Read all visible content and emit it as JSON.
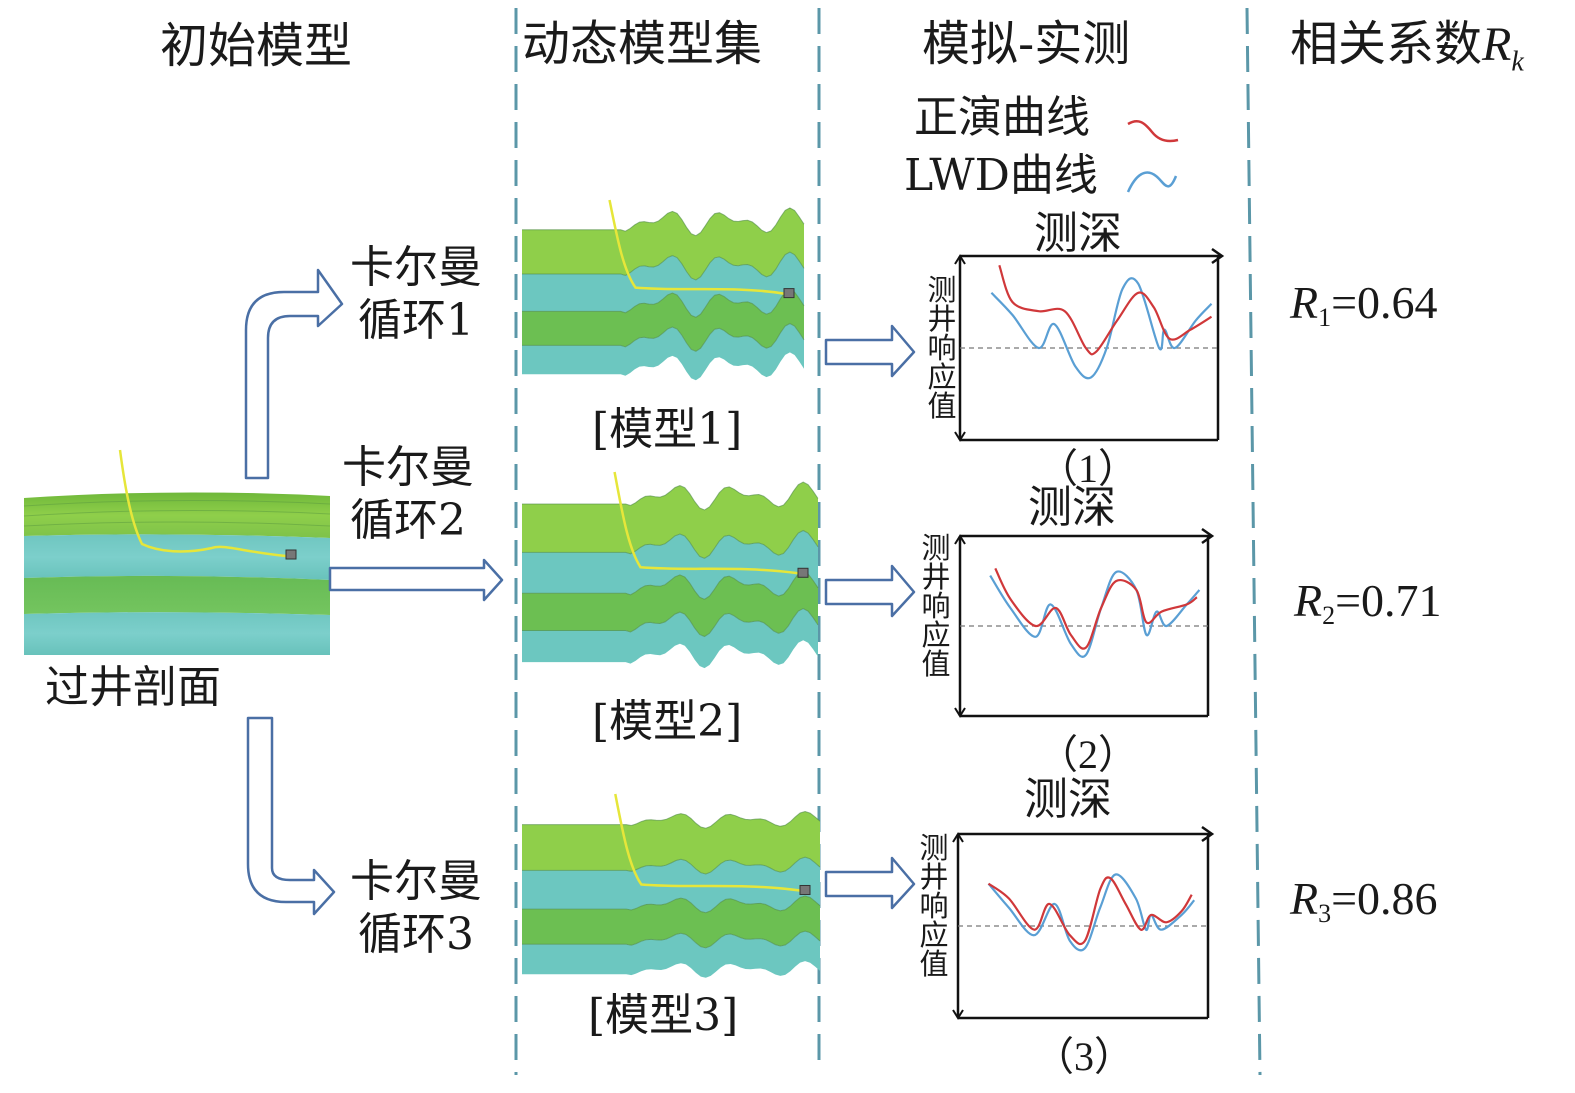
{
  "columns": {
    "initial_model": "初始模型",
    "dynamic_model_set": "动态模型集",
    "sim_vs_measured": "模拟-实测",
    "correlation_prefix": "相关系数",
    "correlation_symbol": "R",
    "correlation_subscript": "k"
  },
  "legend": {
    "forward_curve": "正演曲线",
    "lwd_curve": "LWD曲线",
    "forward_color": "#d0383a",
    "lwd_color": "#5a9fd4"
  },
  "initial": {
    "section_label": "过井剖面"
  },
  "kalman_loops": [
    {
      "line1": "卡尔曼",
      "line2": "循环1"
    },
    {
      "line1": "卡尔曼",
      "line2": "循环2"
    },
    {
      "line1": "卡尔曼",
      "line2": "循环3"
    }
  ],
  "models": [
    {
      "label": "[模型1]"
    },
    {
      "label": "[模型2]"
    },
    {
      "label": "[模型3]"
    }
  ],
  "plots": [
    {
      "x_axis": "测深",
      "y_axis": "测井响应值",
      "caption": "（1）"
    },
    {
      "x_axis": "测深",
      "y_axis": "测井响应值",
      "caption": "（2）"
    },
    {
      "x_axis": "测深",
      "y_axis": "测井响应值",
      "caption": "（3）"
    }
  ],
  "correlations": [
    {
      "symbol": "R",
      "sub": "1",
      "value": "=0.64"
    },
    {
      "symbol": "R",
      "sub": "2",
      "value": "=0.71"
    },
    {
      "symbol": "R",
      "sub": "3",
      "value": "=0.86"
    }
  ],
  "colors": {
    "arrow_outline": "#4a6fa5",
    "divider": "#5b97a8",
    "layer_green_light": "#8fcf4a",
    "layer_green": "#6cbf52",
    "layer_teal": "#6cc7c0",
    "well_path": "#e6e63a"
  }
}
